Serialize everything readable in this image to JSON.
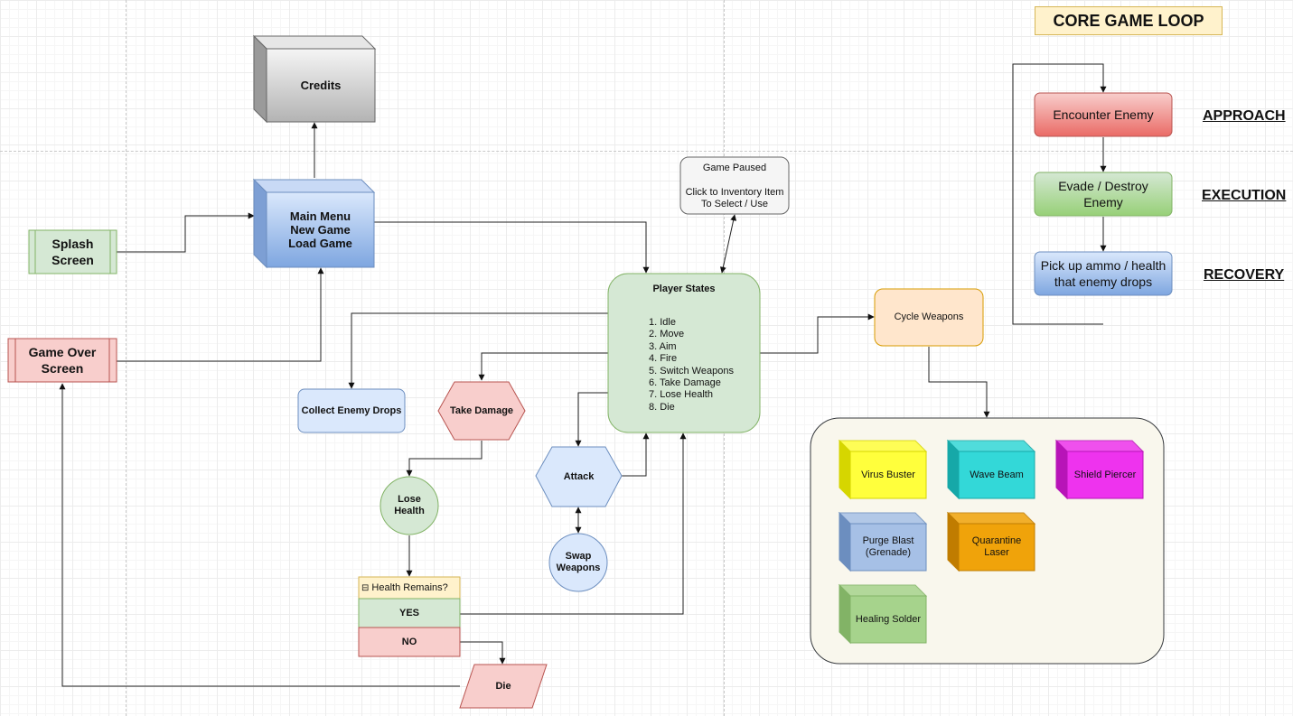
{
  "title": "CORE GAME LOOP",
  "nodes": {
    "credits": "Credits",
    "main_menu": [
      "Main Menu",
      "New Game",
      "Load Game"
    ],
    "splash": [
      "Splash",
      "Screen"
    ],
    "game_over": [
      "Game Over",
      "Screen"
    ],
    "game_paused": {
      "title": "Game Paused",
      "lines": [
        "Click to Inventory Item",
        "To Select / Use"
      ]
    },
    "player_states": {
      "title": "Player States",
      "items": [
        "1. Idle",
        "2. Move",
        "3. Aim",
        "4. Fire",
        "5. Switch Weapons",
        "6. Take Damage",
        "7. Lose Health",
        "8. Die"
      ]
    },
    "collect_drops": "Collect Enemy Drops",
    "take_damage": "Take Damage",
    "attack": "Attack",
    "lose_health": [
      "Lose",
      "Health"
    ],
    "swap_weapons": [
      "Swap",
      "Weapons"
    ],
    "health_check": {
      "title": "Health Remains?",
      "collapse_glyph": "⊟",
      "yes": "YES",
      "no": "NO"
    },
    "die": "Die",
    "cycle_weapons": "Cycle Weapons"
  },
  "weapons": [
    {
      "label": [
        "Virus Buster"
      ],
      "color": "#ffff3c",
      "dark": "#d6d600"
    },
    {
      "label": [
        "Wave Beam"
      ],
      "color": "#33d8d8",
      "dark": "#16a8a8"
    },
    {
      "label": [
        "Shield Piercer"
      ],
      "color": "#ee33ee",
      "dark": "#b814b8"
    },
    {
      "label": [
        "Purge Blast",
        "(Grenade)"
      ],
      "color": "#a6c0e6",
      "dark": "#6c8ebf"
    },
    {
      "label": [
        "Quarantine",
        "Laser"
      ],
      "color": "#f0a30a",
      "dark": "#c07c00"
    },
    {
      "label": [
        "Healing Solder"
      ],
      "color": "#a6d38c",
      "dark": "#82b366"
    }
  ],
  "core_loop": {
    "steps": [
      {
        "label": [
          "Encounter Enemy"
        ],
        "phase": "APPROACH",
        "color": "#f08080"
      },
      {
        "label": [
          "Evade / Destroy",
          "Enemy"
        ],
        "phase": "EXECUTION",
        "color": "#a6d88c"
      },
      {
        "label": [
          "Pick up ammo / health",
          "that enemy drops"
        ],
        "phase": "RECOVERY",
        "color": "#a6c4ea"
      }
    ]
  }
}
